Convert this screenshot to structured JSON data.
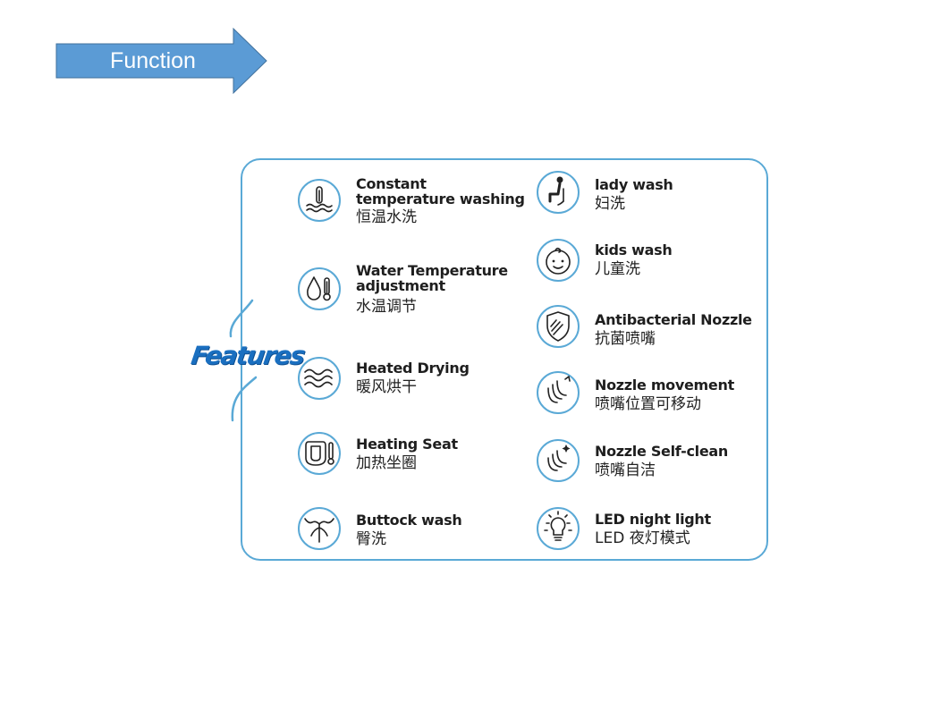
{
  "header": {
    "label": "Function",
    "arrow_color": "#5b9bd5"
  },
  "panel": {
    "title": "Features",
    "accent_color": "#5aa9d6",
    "left_items": [
      {
        "en": "Constant temperature washing",
        "zh": "恒温水洗",
        "icon": "thermometer-water-icon"
      },
      {
        "en": "Water Temperature adjustment",
        "zh": "水温调节",
        "icon": "water-drop-thermometer-icon"
      },
      {
        "en": "Heated Drying",
        "zh": "暖风烘干",
        "icon": "warm-air-icon"
      },
      {
        "en": "Heating Seat",
        "zh": "加热坐圈",
        "icon": "heated-seat-icon"
      },
      {
        "en": "Buttock wash",
        "zh": "臀洗",
        "icon": "buttock-wash-icon"
      }
    ],
    "right_items": [
      {
        "en": "lady wash",
        "zh": "妇洗",
        "icon": "lady-wash-icon"
      },
      {
        "en": "kids wash",
        "zh": "儿童洗",
        "icon": "kid-face-icon"
      },
      {
        "en": "Antibacterial Nozzle",
        "zh": "抗菌喷嘴",
        "icon": "shield-nozzle-icon"
      },
      {
        "en": "Nozzle movement",
        "zh": "喷嘴位置可移动",
        "icon": "nozzle-movement-icon"
      },
      {
        "en": "Nozzle Self-clean",
        "zh": "喷嘴自洁",
        "icon": "nozzle-self-clean-icon"
      },
      {
        "en": "LED night light",
        "zh": "LED 夜灯模式",
        "icon": "light-bulb-icon"
      }
    ]
  }
}
